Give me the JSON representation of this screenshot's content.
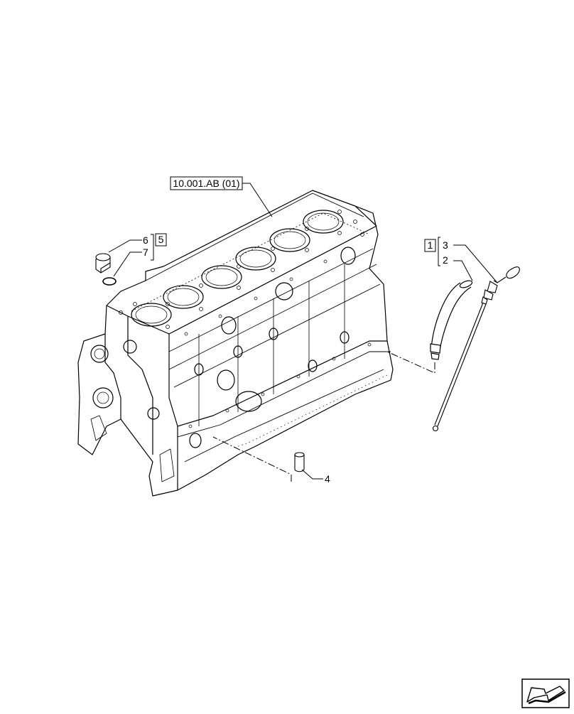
{
  "diagram": {
    "reference_label": "10.001.AB (01)",
    "callouts": {
      "item_1": "1",
      "item_2": "2",
      "item_3": "3",
      "item_4": "4",
      "item_5": "5",
      "item_6": "6",
      "item_7": "7"
    },
    "parts": {
      "engine_block": "engine-block",
      "dipstick_tube": "dipstick-tube",
      "dipstick": "dipstick",
      "plug": "plug",
      "seal_ring": "o-ring",
      "bushing": "bushing"
    },
    "icons": {
      "navigation": "next-page-arrow-icon"
    }
  }
}
